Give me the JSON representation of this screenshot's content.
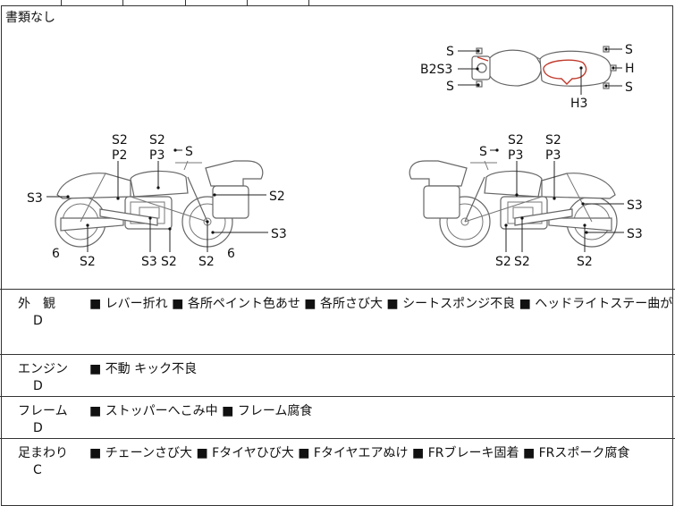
{
  "document_note": "書類なし",
  "diagram": {
    "top_view": {
      "labels": [
        "S",
        "B2S3",
        "S",
        "S",
        "H",
        "S",
        "H3"
      ]
    },
    "left_side": {
      "labels": [
        "S2",
        "P2",
        "S2",
        "P3",
        "S",
        "S3",
        "S2",
        "S3",
        "6",
        "S2",
        "S3",
        "S2",
        "S2",
        "6"
      ]
    },
    "right_side": {
      "labels": [
        "S",
        "S2",
        "P3",
        "S2",
        "P3",
        "S3",
        "S3",
        "S2",
        "S2",
        "S2"
      ]
    }
  },
  "condition": {
    "bullet": "■",
    "rows": [
      {
        "category": "外観",
        "grade": "D",
        "items": [
          "レバー折れ",
          "各所ペイント色あせ",
          "各所さび大",
          "シートスポンジ不良",
          "ヘッドライトステー曲がり"
        ]
      },
      {
        "category": "エンジン",
        "grade": "D",
        "items": [
          "不動 キック不良"
        ]
      },
      {
        "category": "フレーム",
        "grade": "D",
        "items": [
          "ストッパーへこみ中",
          "フレーム腐食"
        ]
      },
      {
        "category": "足まわり",
        "grade": "C",
        "items": [
          "チェーンさび大",
          "Fタイヤひび大",
          "Fタイヤエアぬけ",
          "FRブレーキ固着",
          "FRスポーク腐食"
        ]
      }
    ]
  }
}
